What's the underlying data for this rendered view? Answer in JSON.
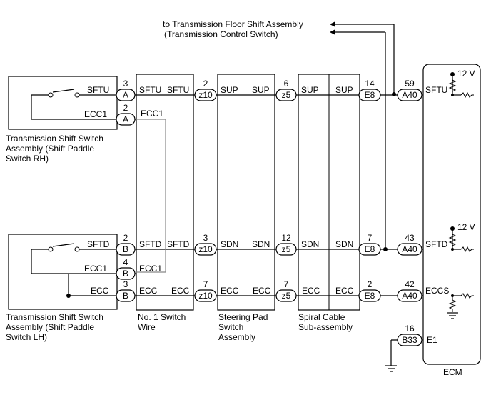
{
  "notes": {
    "floor_shift_1": "to Transmission Floor Shift Assembly",
    "floor_shift_2": "(Transmission Control Switch)"
  },
  "components": {
    "rh_1": "Transmission Shift Switch",
    "rh_2": "Assembly (Shift Paddle",
    "rh_3": "Switch RH)",
    "lh_1": "Transmission Shift Switch",
    "lh_2": "Assembly (Shift Paddle",
    "lh_3": "Switch LH)",
    "wire_1": "No. 1 Switch",
    "wire_2": "Wire",
    "pad_1": "Steering Pad",
    "pad_2": "Switch",
    "pad_3": "Assembly",
    "spiral_1": "Spiral Cable",
    "spiral_2": "Sub-assembly",
    "ecm": "ECM"
  },
  "signals": {
    "sftu": "SFTU",
    "sftd": "SFTD",
    "ecc1": "ECC1",
    "ecc": "ECC",
    "sup": "SUP",
    "sdn": "SDN",
    "eccs": "ECCS",
    "e1": "E1",
    "v12": "12 V"
  },
  "connectors": {
    "a": "A",
    "b": "B",
    "z10": "z10",
    "z5": "z5",
    "e8": "E8",
    "a40": "A40",
    "b33": "B33"
  },
  "pins": {
    "p3": "3",
    "p2": "2",
    "p4": "4",
    "p6": "6",
    "p14": "14",
    "p59": "59",
    "p12": "12",
    "p7": "7",
    "p43": "43",
    "p42": "42",
    "p16": "16"
  }
}
